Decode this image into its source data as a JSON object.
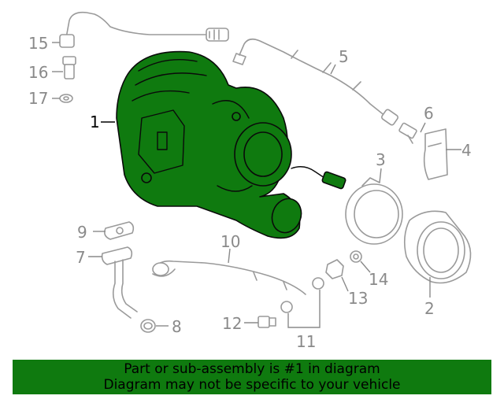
{
  "callouts": {
    "c1": "1",
    "c2": "2",
    "c3": "3",
    "c4": "4",
    "c5": "5",
    "c6": "6",
    "c7": "7",
    "c8": "8",
    "c9": "9",
    "c10": "10",
    "c11": "11",
    "c12": "12",
    "c13": "13",
    "c14": "14",
    "c15": "15",
    "c16": "16",
    "c17": "17"
  },
  "highlight_color": "#0f7a0f",
  "banner": {
    "line1": "Part or sub-assembly is #1 in diagram",
    "line2": "Diagram may not be specific to your vehicle"
  }
}
